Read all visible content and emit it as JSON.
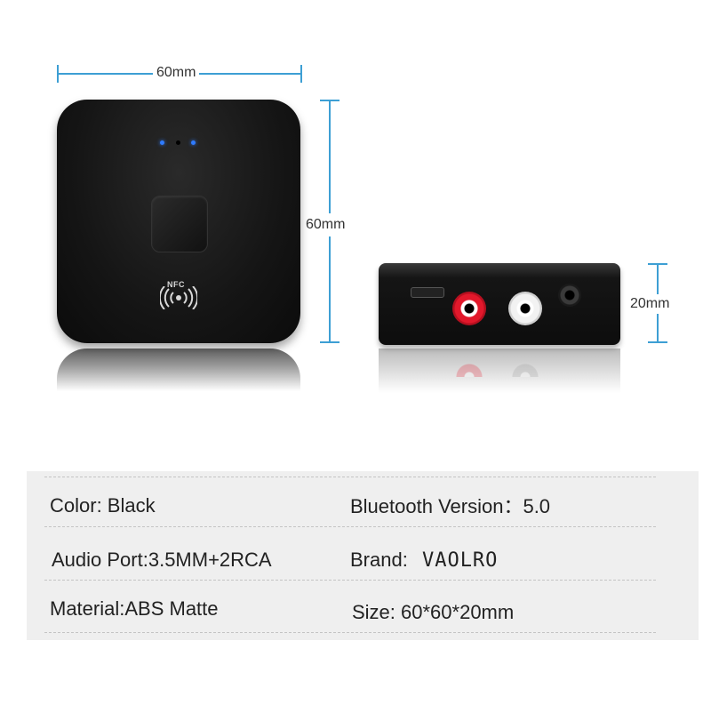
{
  "dimensions": {
    "top_width": "60mm",
    "top_height": "60mm",
    "side_height": "20mm"
  },
  "device": {
    "nfc_label": "NFC",
    "led_color": "#2f7bff",
    "body_color": "#111111",
    "rca_left_color": "#e2182b",
    "rca_right_color": "#f2f2f2",
    "icon": "nfc-waves-icon"
  },
  "specs": {
    "rows": [
      {
        "left": "Color: Black",
        "right": "Bluetooth Version：5.0"
      },
      {
        "left": "Audio Port:3.5MM+2RCA",
        "right_label": "Brand:",
        "right_value": "VAOLRO"
      },
      {
        "left": "Material:ABS Matte",
        "right": "Size: 60*60*20mm"
      }
    ]
  }
}
